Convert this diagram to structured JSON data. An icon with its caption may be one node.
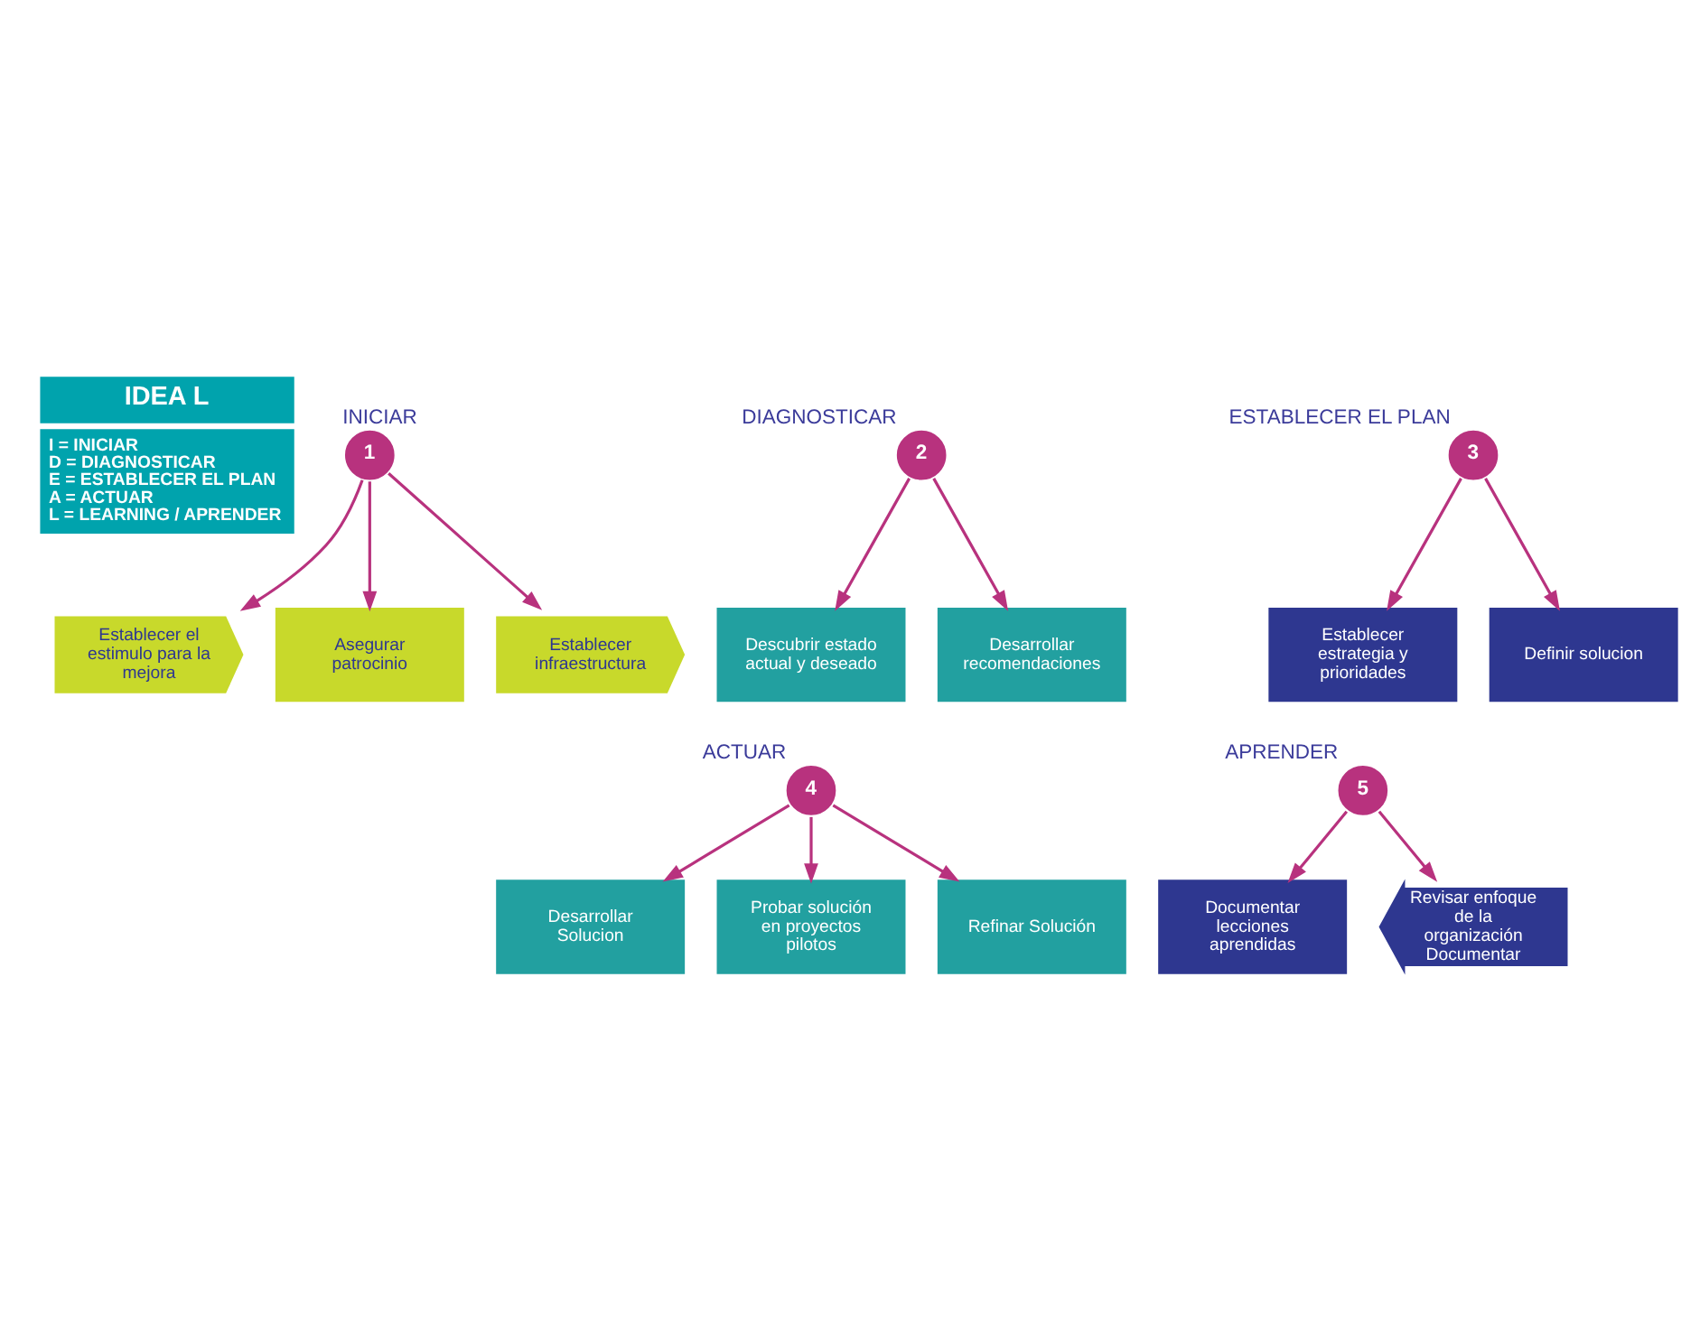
{
  "diagram": {
    "nodes": [
      {
        "text": [
          "IDEA L",
          "I = INICIAR",
          "D = DIAGNOSTICAR",
          "E = ESTABLECER EL PLAN",
          "A = ACTUAR",
          "L = LEARNING / APRENDER"
        ]
      },
      {
        "text": [
          "Establecer el estimulo para la mejora"
        ]
      },
      {
        "text": [
          "Asegurar patrocinio"
        ]
      },
      {
        "text": [
          "Establecer infraestructura"
        ]
      },
      {
        "text": [
          "Descubrir estado actual y deseado"
        ]
      },
      {
        "text": [
          "Desarrollar recomendaciones"
        ]
      },
      {
        "text": [
          "Establecer estrategia y prioridades"
        ]
      },
      {
        "text": [
          "Definir solucion"
        ]
      },
      {
        "text": [
          "Desarrollar Solucion"
        ]
      },
      {
        "text": [
          "Probar solución en proyectos pilotos"
        ]
      },
      {
        "text": [
          "Refinar Solución"
        ]
      },
      {
        "text": [
          "Documentar lecciones aprendidas"
        ]
      },
      {
        "text": [
          "Revisar enfoque de la organización Documentar"
        ]
      },
      {
        "text": [
          "1"
        ],
        "beside": [
          "INICIAR"
        ]
      },
      {
        "text": [
          "2"
        ],
        "beside": [
          "DIAGNOSTICAR"
        ]
      },
      {
        "text": [
          "3"
        ],
        "beside": [
          "ESTABLECER EL PLAN"
        ]
      },
      {
        "text": [
          "4"
        ],
        "beside": [
          "ACTUAR"
        ]
      },
      {
        "text": [
          "5"
        ],
        "beside": [
          "APRENDER"
        ]
      }
    ],
    "edges": [
      {
        "from": 13,
        "to": 1,
        "arrow": "to"
      },
      {
        "from": 13,
        "to": 2,
        "arrow": "to"
      },
      {
        "from": 13,
        "to": 3,
        "arrow": "to"
      },
      {
        "from": 14,
        "to": 4,
        "arrow": "to"
      },
      {
        "from": 14,
        "to": 5,
        "arrow": "to"
      },
      {
        "from": 15,
        "to": 6,
        "arrow": "to"
      },
      {
        "from": 15,
        "to": 7,
        "arrow": "to"
      },
      {
        "from": 16,
        "to": 10,
        "arrow": "to"
      },
      {
        "from": 16,
        "to": 9,
        "arrow": "to"
      },
      {
        "from": 16,
        "to": 8,
        "arrow": "to"
      },
      {
        "from": 17,
        "to": 12,
        "arrow": "to"
      },
      {
        "from": 17,
        "to": 11,
        "arrow": "to"
      }
    ]
  }
}
